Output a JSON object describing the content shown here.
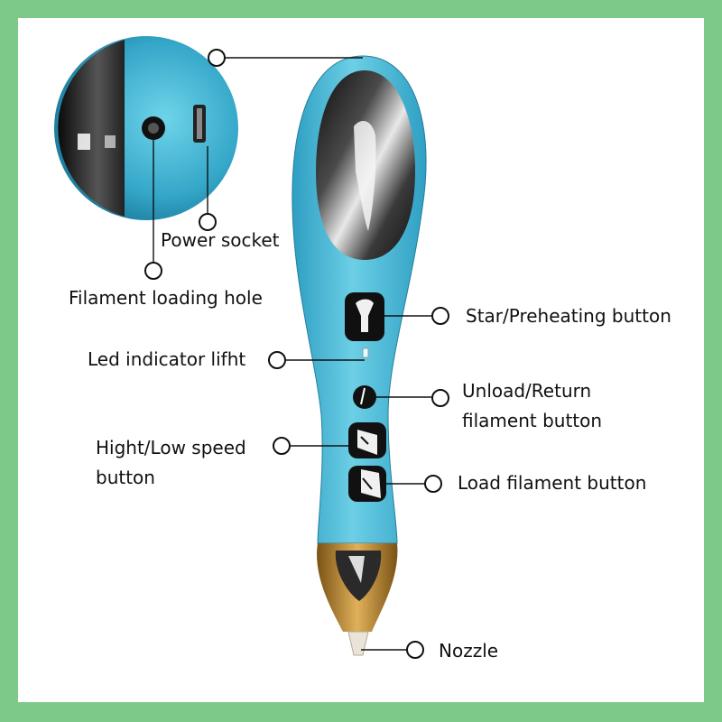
{
  "labels": {
    "power_socket": "Power socket",
    "filament_loading_hole": "Filament loading hole",
    "start_preheating_button": "Star/Preheating button",
    "led_indicator": "Led indicator lifht",
    "unload_return_line1": "Unload/Return",
    "unload_return_line2": "filament button",
    "high_low_speed_line1": "Hight/Low speed",
    "high_low_speed_line2": "button",
    "load_filament_button": "Load filament button",
    "nozzle": "Nozzle"
  },
  "colors": {
    "frame": "#7dc98a",
    "background": "#ffffff",
    "pen_body": "#5bc0df",
    "chrome": "#2b2b2b",
    "nozzle_gold": "#b8842f"
  },
  "icons": [
    "3d-pen-illustration",
    "callout-circle"
  ]
}
